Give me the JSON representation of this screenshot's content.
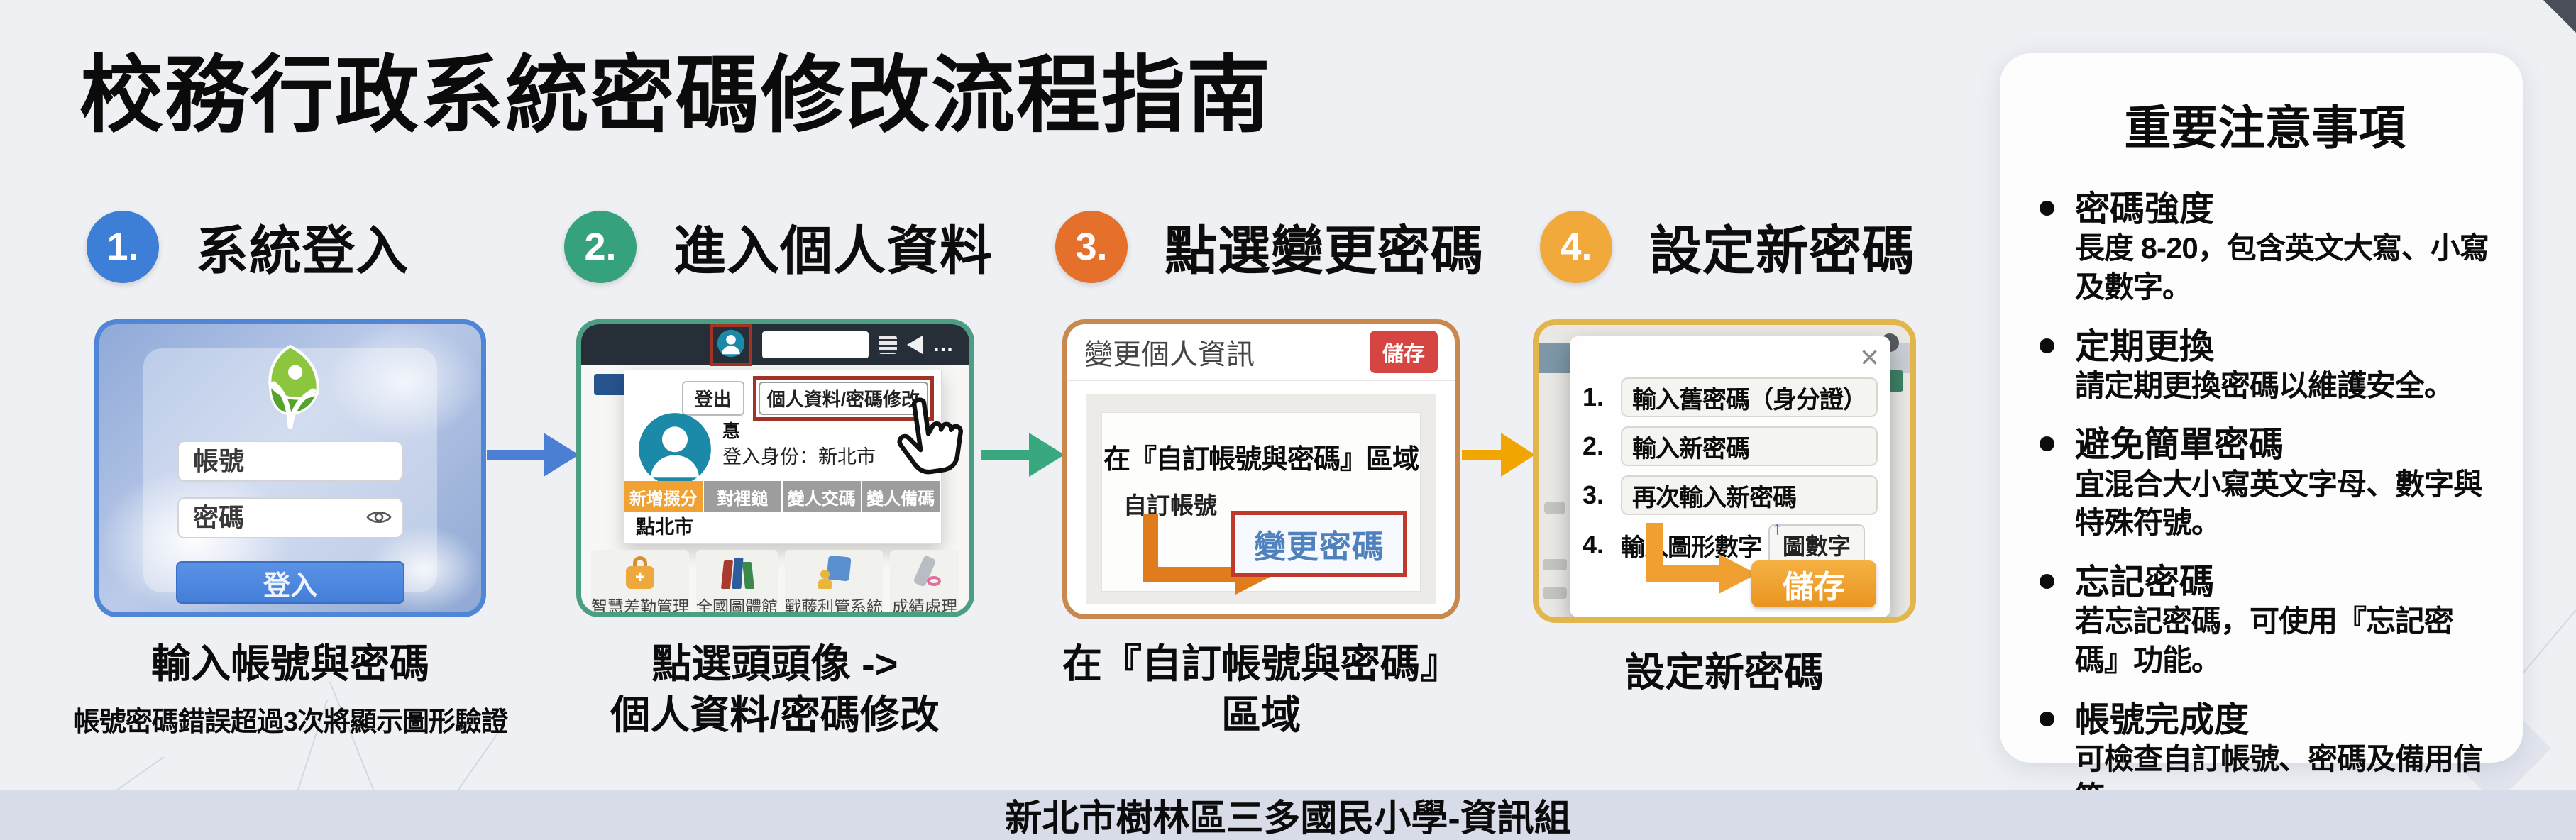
{
  "title": "校務行政系統密碼修改流程指南",
  "colors": {
    "step1": "#3d7ed6",
    "step2": "#35a27d",
    "step3": "#e5702b",
    "step4": "#f2a93b",
    "arrow1": "#4a7fd4",
    "arrow2": "#38a87e",
    "arrow3": "#f0a500",
    "save_red": "#d64541",
    "save_orange": "#f0a132",
    "highlight_red": "#a33226",
    "link_blue": "#4f81bd"
  },
  "steps": [
    {
      "number": "1.",
      "title": "系統登入",
      "caption": "輸入帳號與密碼",
      "subcaption": "帳號密碼錯誤超過3次將顯示圖形驗證",
      "login": {
        "account_placeholder": "帳號",
        "password_placeholder": "密碼",
        "login_button": "登入"
      }
    },
    {
      "number": "2.",
      "title": "進入個人資料",
      "caption": "點選頭頭像 ->",
      "caption2": "個人資料/密碼修改",
      "portal": {
        "logout_button": "登出",
        "profile_menu_button": "個人資料/密碼修改",
        "user_name": "惪",
        "identity_text": "登入身份：新北市",
        "tabs": [
          "新增掇分",
          "對裡鎚",
          "變人交碼",
          "變人備碼"
        ],
        "hint_text": "點北市",
        "apps": [
          "智慧差勤管理",
          "全國圖體館",
          "戰藤利管系統",
          "成績處理"
        ]
      }
    },
    {
      "number": "3.",
      "title": "點選變更密碼",
      "caption": "在『自訂帳號與密碼』",
      "caption2": "區域",
      "panel": {
        "header": "變更個人資訊",
        "save_button": "儲存",
        "section_text": "在『自訂帳號與密碼』區域",
        "field_label": "自訂帳號",
        "change_password_button": "變更密碼"
      }
    },
    {
      "number": "4.",
      "title": "設定新密碼",
      "caption": "設定新密碼",
      "modal": {
        "close": "×",
        "items": [
          {
            "num": "1.",
            "label": "輸入舊密碼（身分證）"
          },
          {
            "num": "2.",
            "label": "輸入新密碼"
          },
          {
            "num": "3.",
            "label": "再次輸入新密碼"
          },
          {
            "num": "4.",
            "label": "輸入圖形數字"
          }
        ],
        "captcha_text": "圖數字",
        "save_button": "儲存"
      }
    }
  ],
  "notes": {
    "title": "重要注意事項",
    "items": [
      {
        "heading": "密碼強度",
        "body": "長度 8-20，包含英文大寫、小寫及數字。"
      },
      {
        "heading": "定期更換",
        "body": "請定期更換密碼以維護安全。"
      },
      {
        "heading": "避免簡單密碼",
        "body": "宜混合大小寫英文字母、數字與特殊符號。"
      },
      {
        "heading": "忘記密碼",
        "body": "若忘記密碼，可使用『忘記密碼』功能。"
      },
      {
        "heading": "帳號完成度",
        "body": "可檢查自訂帳號、密碼及備用信箱。"
      }
    ]
  },
  "footer": "新北市樹林區三多國民小學-資訊組"
}
